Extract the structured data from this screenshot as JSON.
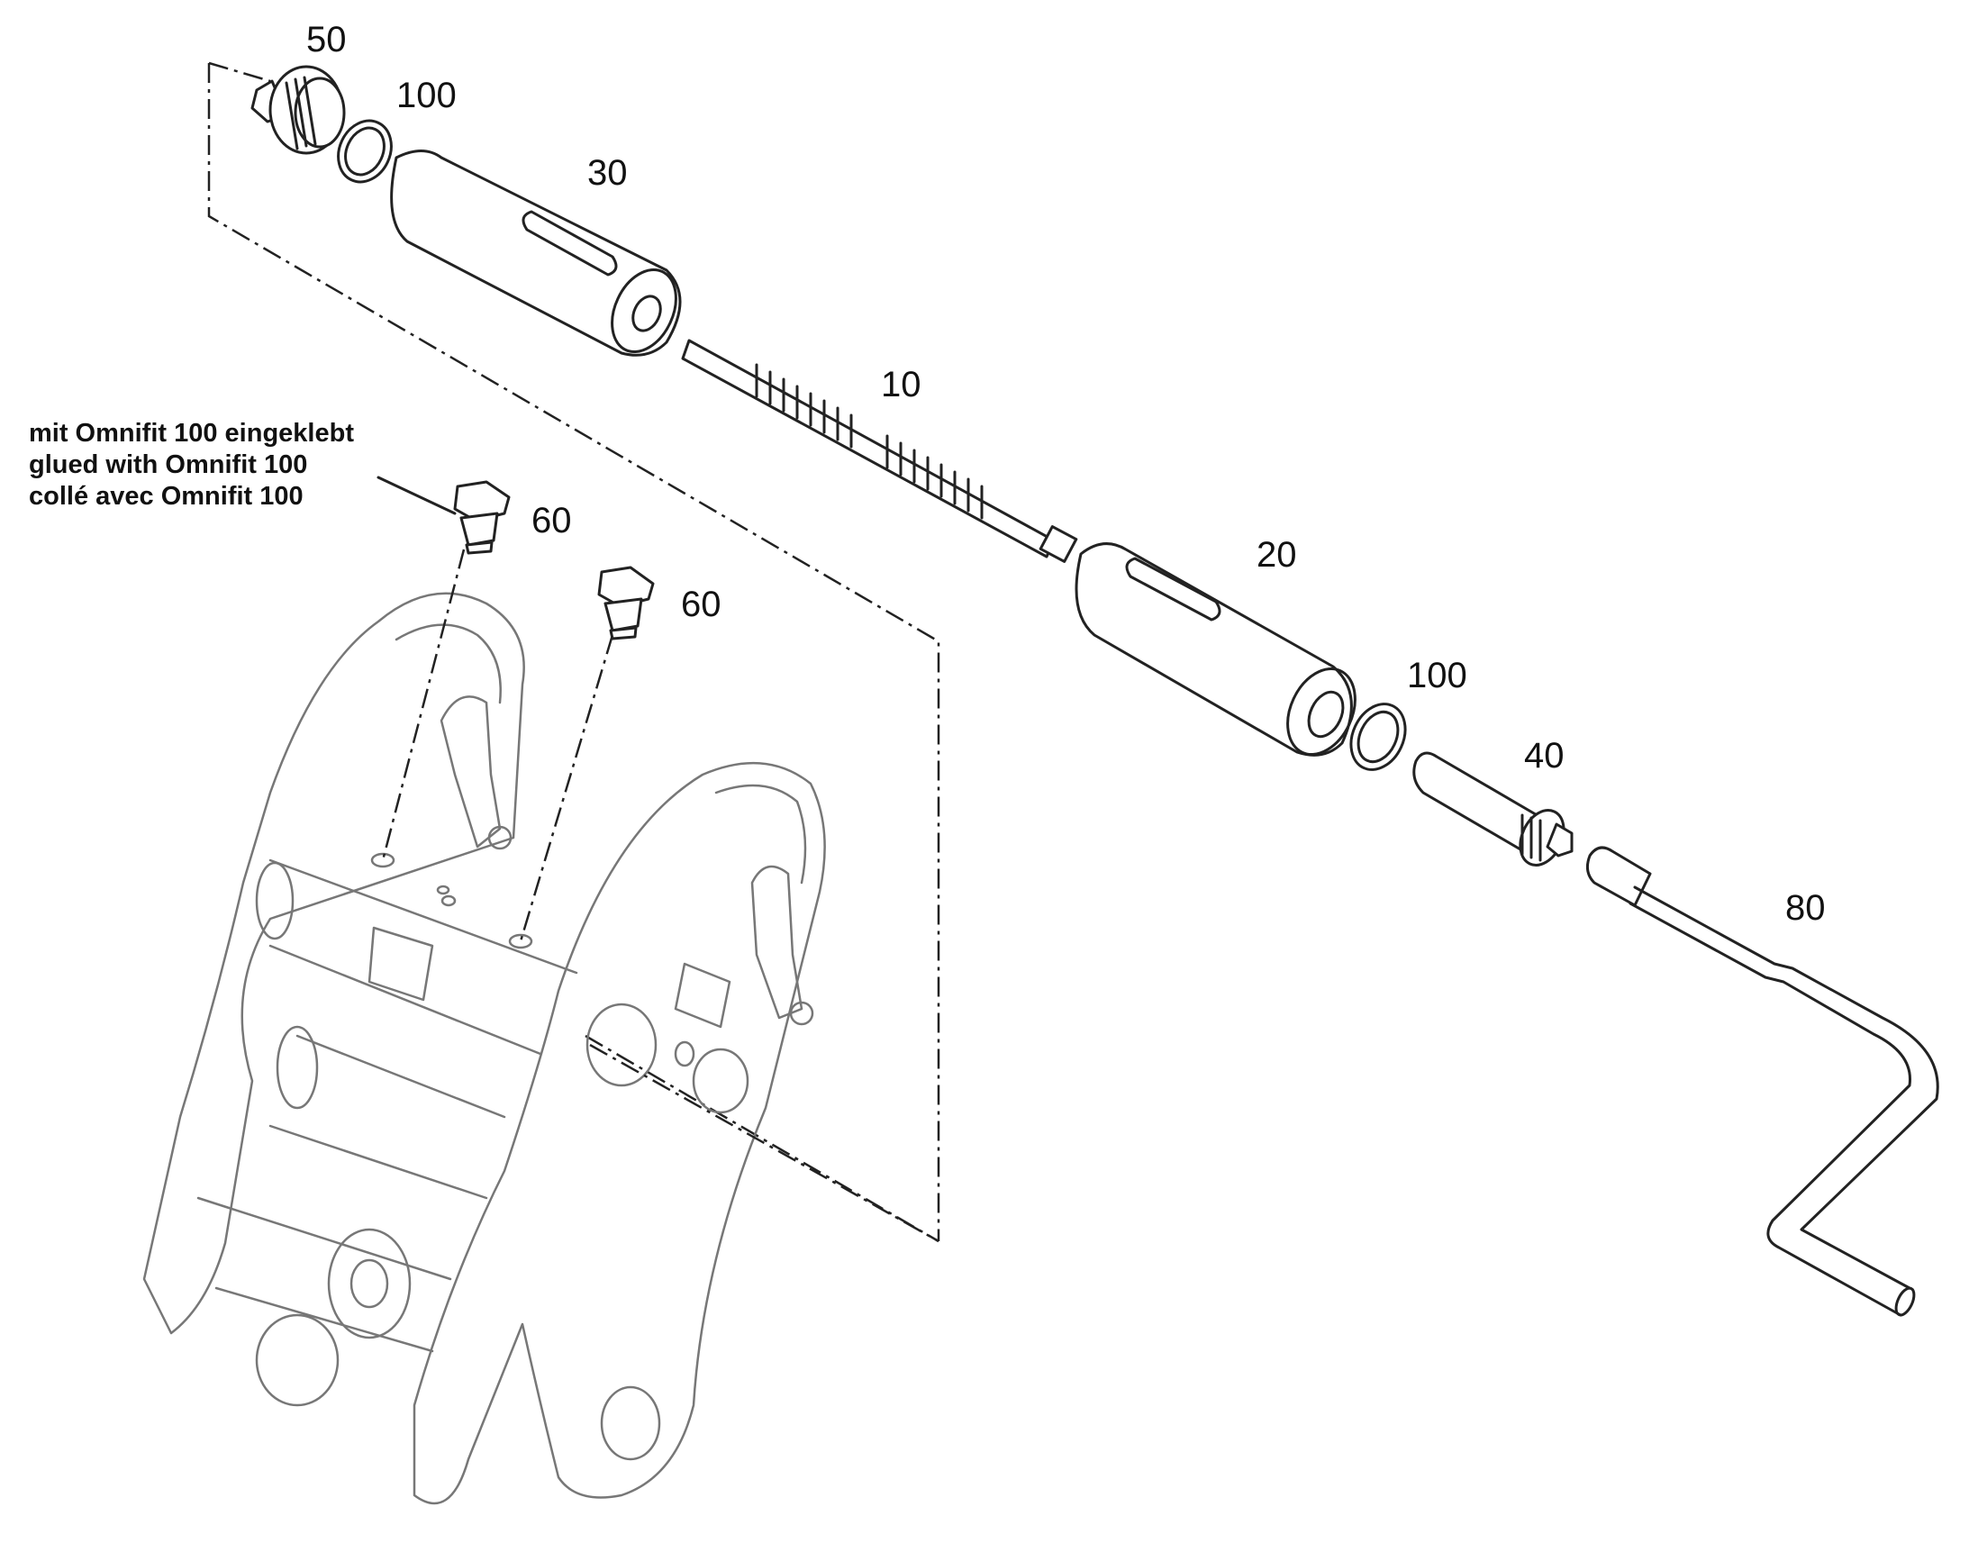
{
  "note": {
    "line1": "mit Omnifit 100 eingeklebt",
    "line2": "glued with Omnifit 100",
    "line3": "collé avec Omnifit 100"
  },
  "callouts": {
    "c50": "50",
    "c100_top": "100",
    "c30": "30",
    "c10": "10",
    "c60_a": "60",
    "c60_b": "60",
    "c20": "20",
    "c100_right": "100",
    "c40": "40",
    "c80": "80"
  },
  "colors": {
    "line": "#222222",
    "faint_line": "#777777",
    "background": "#ffffff"
  }
}
